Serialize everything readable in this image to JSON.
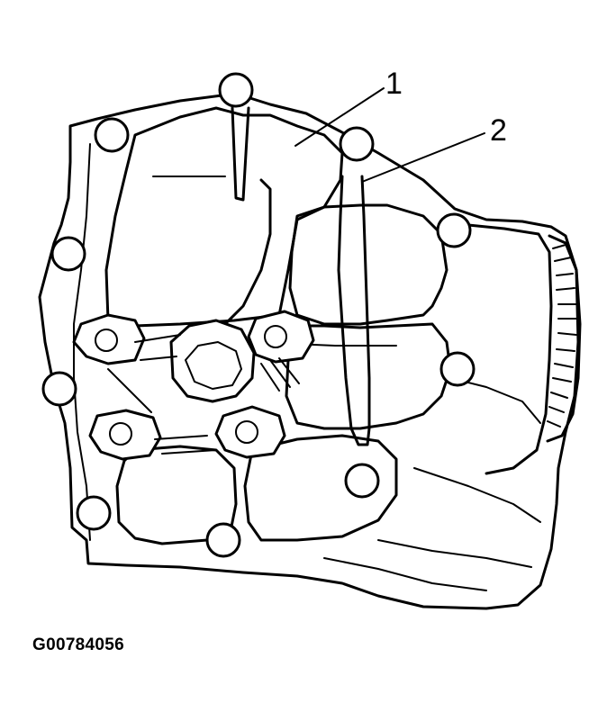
{
  "diagram": {
    "callouts": [
      {
        "number": "1"
      },
      {
        "number": "2"
      }
    ],
    "figure_code": "G00784056"
  },
  "colors": {
    "line": "#000000",
    "background": "#ffffff"
  }
}
